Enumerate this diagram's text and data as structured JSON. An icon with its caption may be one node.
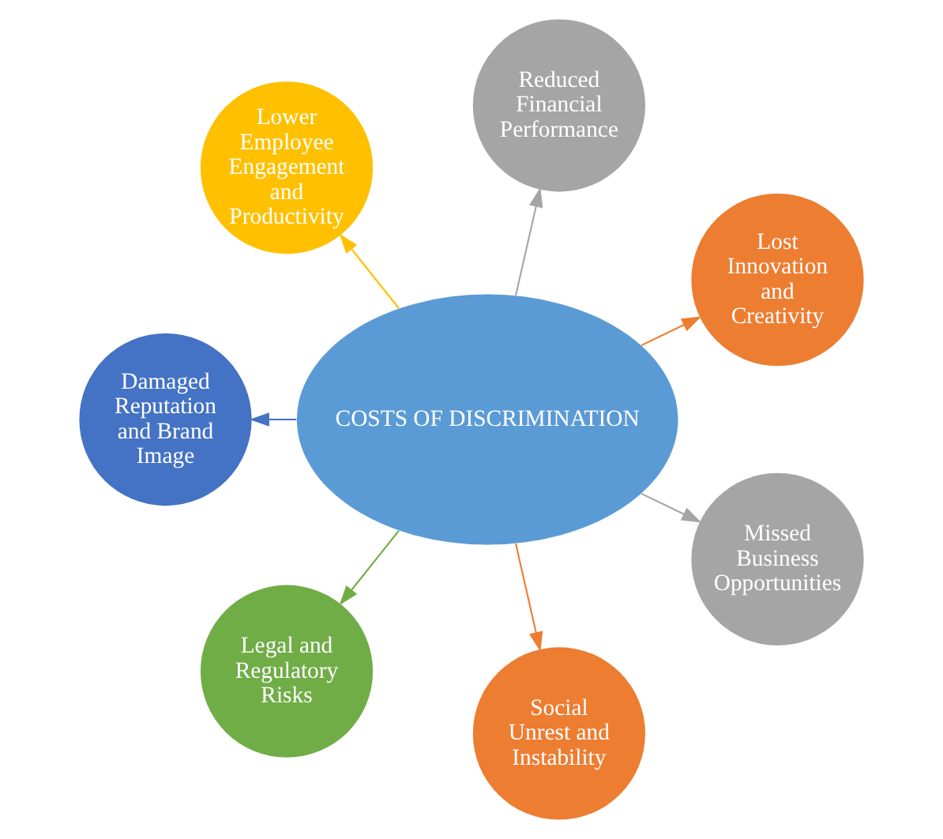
{
  "diagram": {
    "nodes": [
      {
        "text": [
          "COSTS OF DISCRIMINATION"
        ]
      },
      {
        "text": [
          "Lost Innovation and Creativity"
        ]
      },
      {
        "text": [
          "Reduced Financial Performance"
        ]
      },
      {
        "text": [
          "Lower Employee Engagement and Productivity"
        ]
      },
      {
        "text": [
          "Damaged Reputation and Brand Image"
        ]
      },
      {
        "text": [
          "Legal and Regulatory Risks"
        ]
      },
      {
        "text": [
          "Social Unrest and Instability"
        ]
      },
      {
        "text": [
          "Missed Business Opportunities"
        ]
      }
    ],
    "edges": [
      {
        "from": 0,
        "to": 1,
        "arrow": "to",
        "color": "#ed7d31"
      },
      {
        "from": 0,
        "to": 2,
        "arrow": "to",
        "color": "#a5a5a5"
      },
      {
        "from": 0,
        "to": 3,
        "arrow": "to",
        "color": "#ffc000"
      },
      {
        "from": 0,
        "to": 4,
        "arrow": "to",
        "color": "#4472c4"
      },
      {
        "from": 0,
        "to": 5,
        "arrow": "to",
        "color": "#70ad47"
      },
      {
        "from": 0,
        "to": 6,
        "arrow": "to",
        "color": "#ed7d31"
      },
      {
        "from": 0,
        "to": 7,
        "arrow": "to",
        "color": "#a5a5a5"
      }
    ]
  }
}
